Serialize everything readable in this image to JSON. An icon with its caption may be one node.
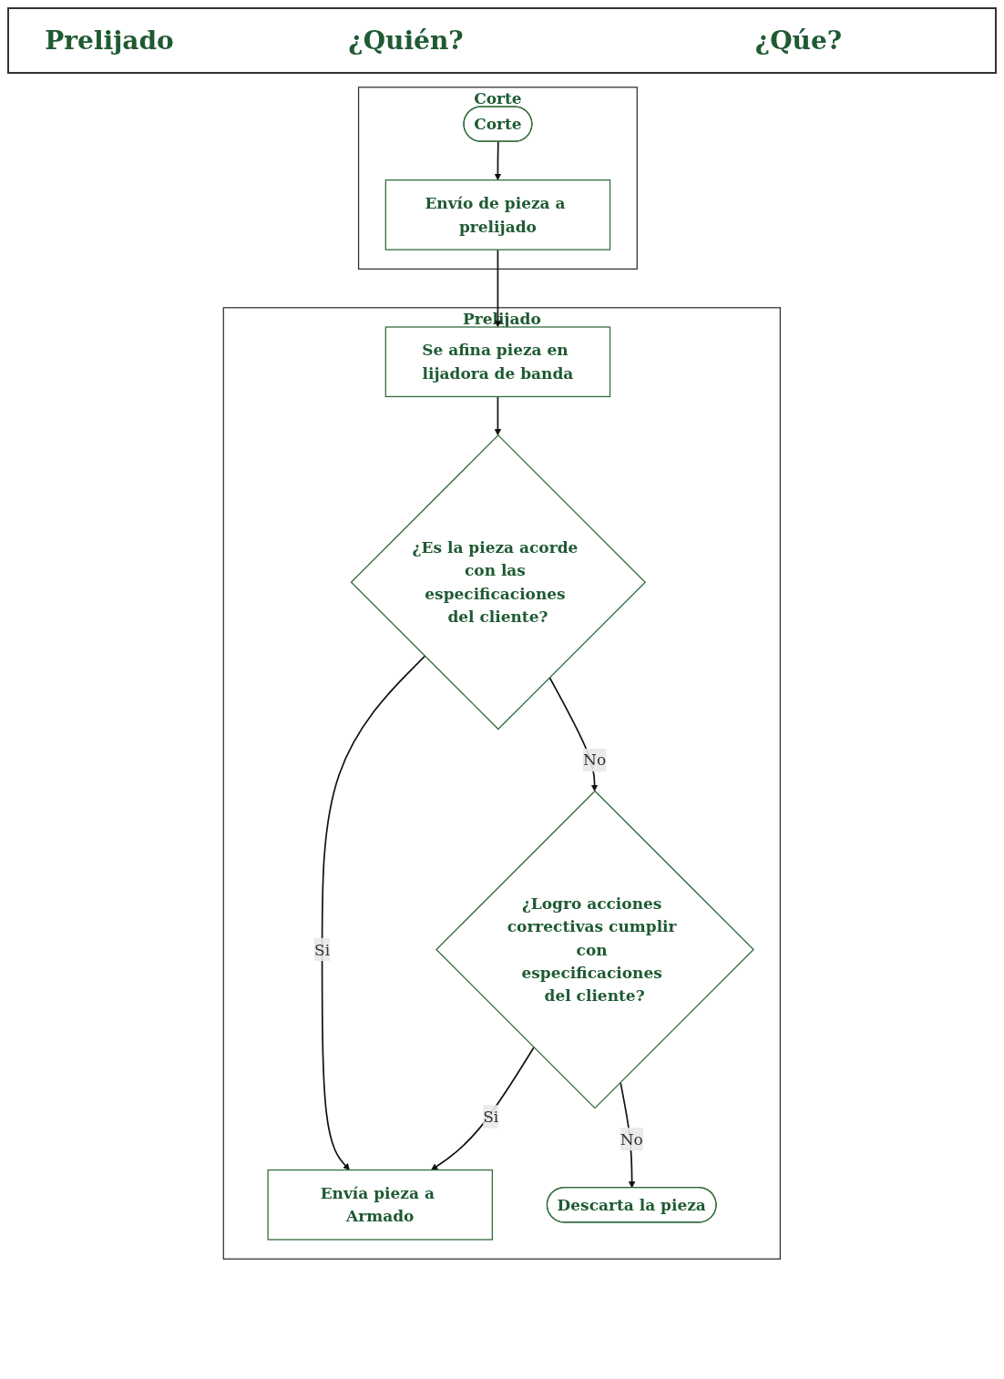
{
  "diagram": {
    "nodes": [
      {
        "text": [
          "Corte"
        ]
      },
      {
        "text": [
          "Envío de pieza a prelijado"
        ],
        "in": 0
      },
      {
        "text": [
          "Corte"
        ],
        "in": 0
      },
      {
        "text": [
          "Prelijado"
        ]
      },
      {
        "text": [
          "Se afina pieza en lijadora de banda"
        ],
        "in": 3
      },
      {
        "text": [
          "Envía pieza a Armado"
        ],
        "in": 3
      },
      {
        "text": [
          "¿Es la pieza acorde con las especificaciones del cliente?"
        ],
        "in": 3
      },
      {
        "text": [
          "¿Logro acciones correctivas cumplir con especificaciones del cliente?"
        ],
        "in": 3
      },
      {
        "text": [
          "Descarta la pieza"
        ],
        "in": 3
      }
    ],
    "edges": [
      {
        "from": 2,
        "to": 1,
        "arrow": "to"
      },
      {
        "from": 1,
        "to": 4,
        "arrow": "to"
      },
      {
        "from": 4,
        "to": 6,
        "arrow": "to"
      },
      {
        "from": 6,
        "to": 5,
        "label": "Si",
        "arrow": "to"
      },
      {
        "from": 6,
        "to": 7,
        "label": "No",
        "arrow": "to"
      },
      {
        "from": 7,
        "to": 5,
        "label": "Si",
        "arrow": "to"
      },
      {
        "from": 7,
        "to": 8,
        "label": "No",
        "arrow": "to"
      }
    ],
    "labels": [
      "Prelijado",
      "¿Quién?",
      "¿Qúe?"
    ]
  }
}
